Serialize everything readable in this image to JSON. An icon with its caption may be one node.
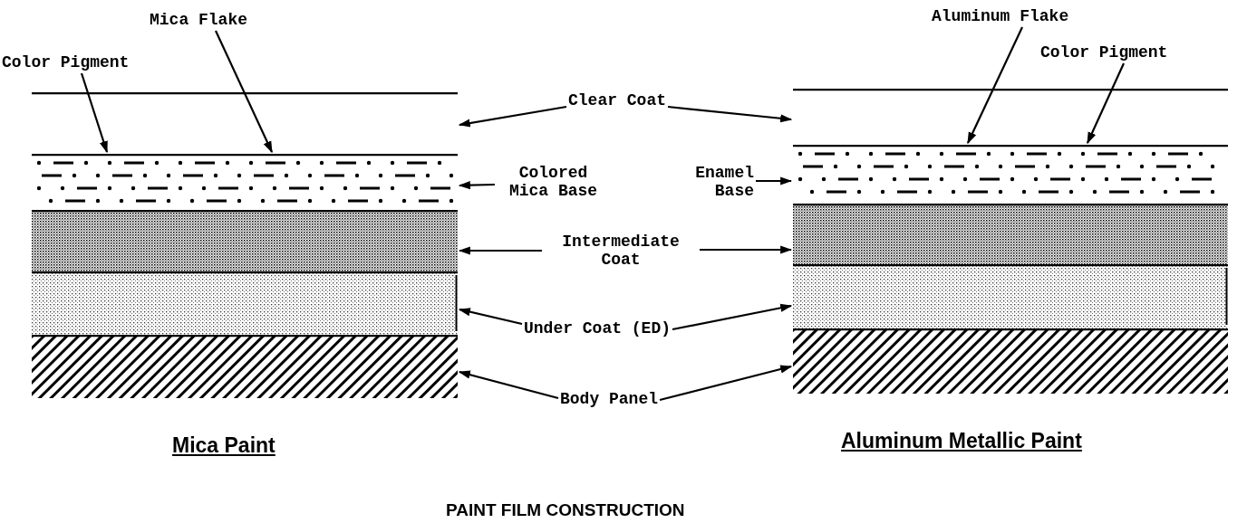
{
  "diagram": {
    "caption": "PAINT FILM CONSTRUCTION",
    "nodes": [
      {
        "text": [],
        "shape": "box"
      },
      {
        "text": [],
        "shape": "box"
      },
      {
        "text": [],
        "shape": "box"
      },
      {
        "text": [],
        "shape": "box"
      },
      {
        "text": [],
        "shape": "box"
      },
      {
        "text": [],
        "shape": "box"
      },
      {
        "text": [],
        "shape": "box"
      },
      {
        "text": [],
        "shape": "box"
      },
      {
        "text": [],
        "shape": "box"
      },
      {
        "text": [],
        "shape": "box"
      },
      {
        "text": [
          "Color Pigment"
        ]
      },
      {
        "text": [
          "Mica Flake"
        ]
      },
      {
        "text": [
          "Clear Coat"
        ]
      },
      {
        "text": [
          "Colored Mica Base"
        ]
      },
      {
        "text": [
          "Enamel Base"
        ]
      },
      {
        "text": [
          "Intermediate Coat"
        ]
      },
      {
        "text": [
          "Under Coat (ED)"
        ]
      },
      {
        "text": [
          "Body Panel"
        ]
      },
      {
        "text": [
          "Aluminum Flake"
        ]
      },
      {
        "text": [
          "Color Pigment"
        ]
      }
    ],
    "edges": [
      {
        "from": 10,
        "to": 1,
        "arrow": "to"
      },
      {
        "from": 11,
        "to": 1,
        "arrow": "to"
      },
      {
        "from": 12,
        "to": 0,
        "arrow": "to"
      },
      {
        "from": 12,
        "to": 5,
        "arrow": "to"
      },
      {
        "from": 13,
        "to": 1,
        "arrow": "to"
      },
      {
        "from": 14,
        "to": 6,
        "arrow": "to"
      },
      {
        "from": 15,
        "to": 2,
        "arrow": "to"
      },
      {
        "from": 15,
        "to": 7,
        "arrow": "to"
      },
      {
        "from": 16,
        "to": 3,
        "arrow": "to"
      },
      {
        "from": 16,
        "to": 8,
        "arrow": "to"
      },
      {
        "from": 17,
        "to": 4,
        "arrow": "to"
      },
      {
        "from": 17,
        "to": 9,
        "arrow": "to"
      },
      {
        "from": 18,
        "to": 6,
        "arrow": "to"
      },
      {
        "from": 19,
        "to": 6,
        "arrow": "to"
      }
    ],
    "labels": [
      "Mica Paint",
      "Aluminum Metallic Paint"
    ]
  }
}
